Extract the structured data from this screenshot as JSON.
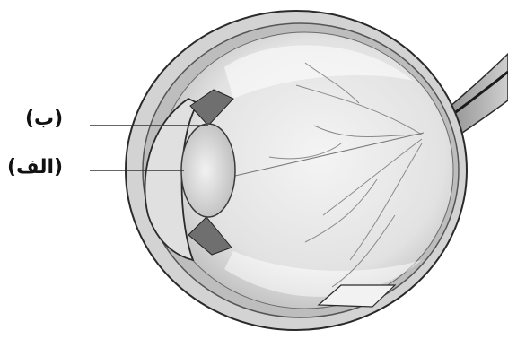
{
  "diagram": {
    "labels": {
      "b": "(ب)",
      "alef": "(الف)"
    },
    "colors": {
      "outline": "#2a2a2a",
      "sclera": "#d6d6d6",
      "vitreous": "#e9e9e9",
      "shade": "#9a9a9a",
      "lens": "#cfcfcf",
      "leader": "#333333"
    },
    "icons": [
      "eye-cross-section"
    ]
  }
}
